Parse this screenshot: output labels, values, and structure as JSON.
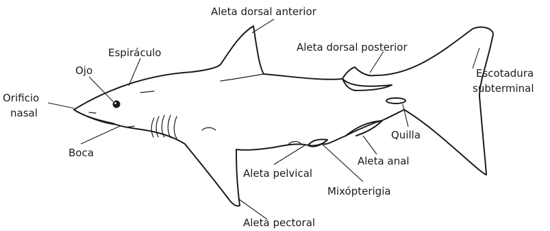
{
  "labels": {
    "dorsal_anterior": "Aleta dorsal anterior",
    "dorsal_posterior": "Aleta dorsal posterior",
    "escotadura_1": "Escotadura",
    "escotadura_2": "subterminal",
    "espiraculo": "Espiráculo",
    "ojo": "Ojo",
    "orificio_1": "Orificio",
    "orificio_2": "nasal",
    "boca": "Boca",
    "quilla": "Quilla",
    "anal": "Aleta anal",
    "pelvical": "Aleta pelvical",
    "mixopterigia": "Mixópterigia",
    "pectoral": "Aleta pectoral"
  }
}
